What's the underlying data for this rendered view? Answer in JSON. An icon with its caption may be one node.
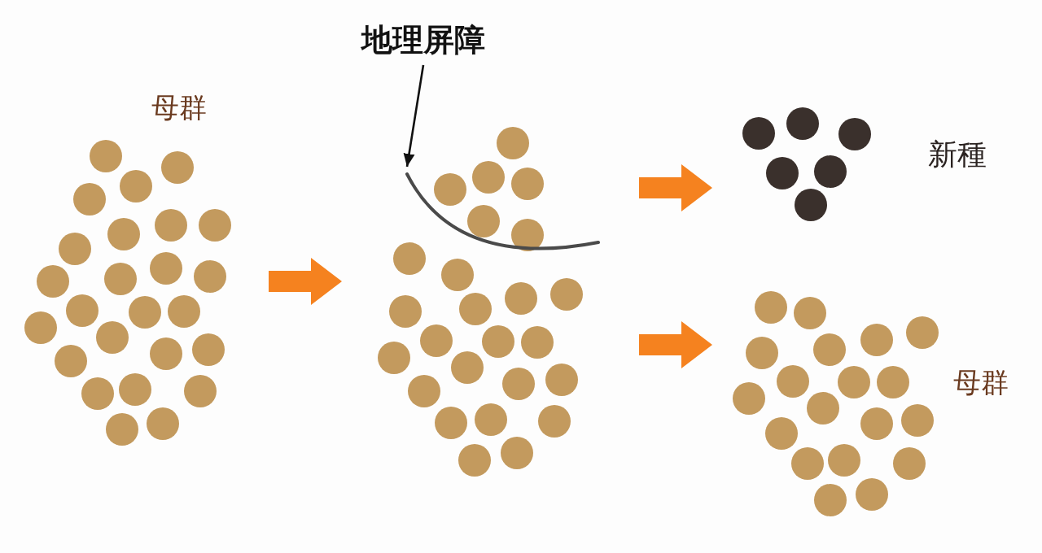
{
  "diagram": {
    "nodes": [
      {
        "text": [
          "母群"
        ]
      },
      {
        "text": [],
        "shape": "picture"
      },
      {
        "text": [
          "新種"
        ]
      },
      {
        "text": [
          "母群"
        ]
      },
      {
        "text": [
          "地理屏障"
        ]
      },
      {
        "text": [],
        "shape": "picture"
      }
    ],
    "edges": [
      {
        "from": 0,
        "to": 1,
        "arrow": "to"
      },
      {
        "from": 1,
        "to": 2,
        "arrow": "to"
      },
      {
        "from": 1,
        "to": 3,
        "arrow": "to"
      },
      {
        "from": 4,
        "to": 5,
        "arrow": "to",
        "color": "#111111"
      }
    ]
  }
}
